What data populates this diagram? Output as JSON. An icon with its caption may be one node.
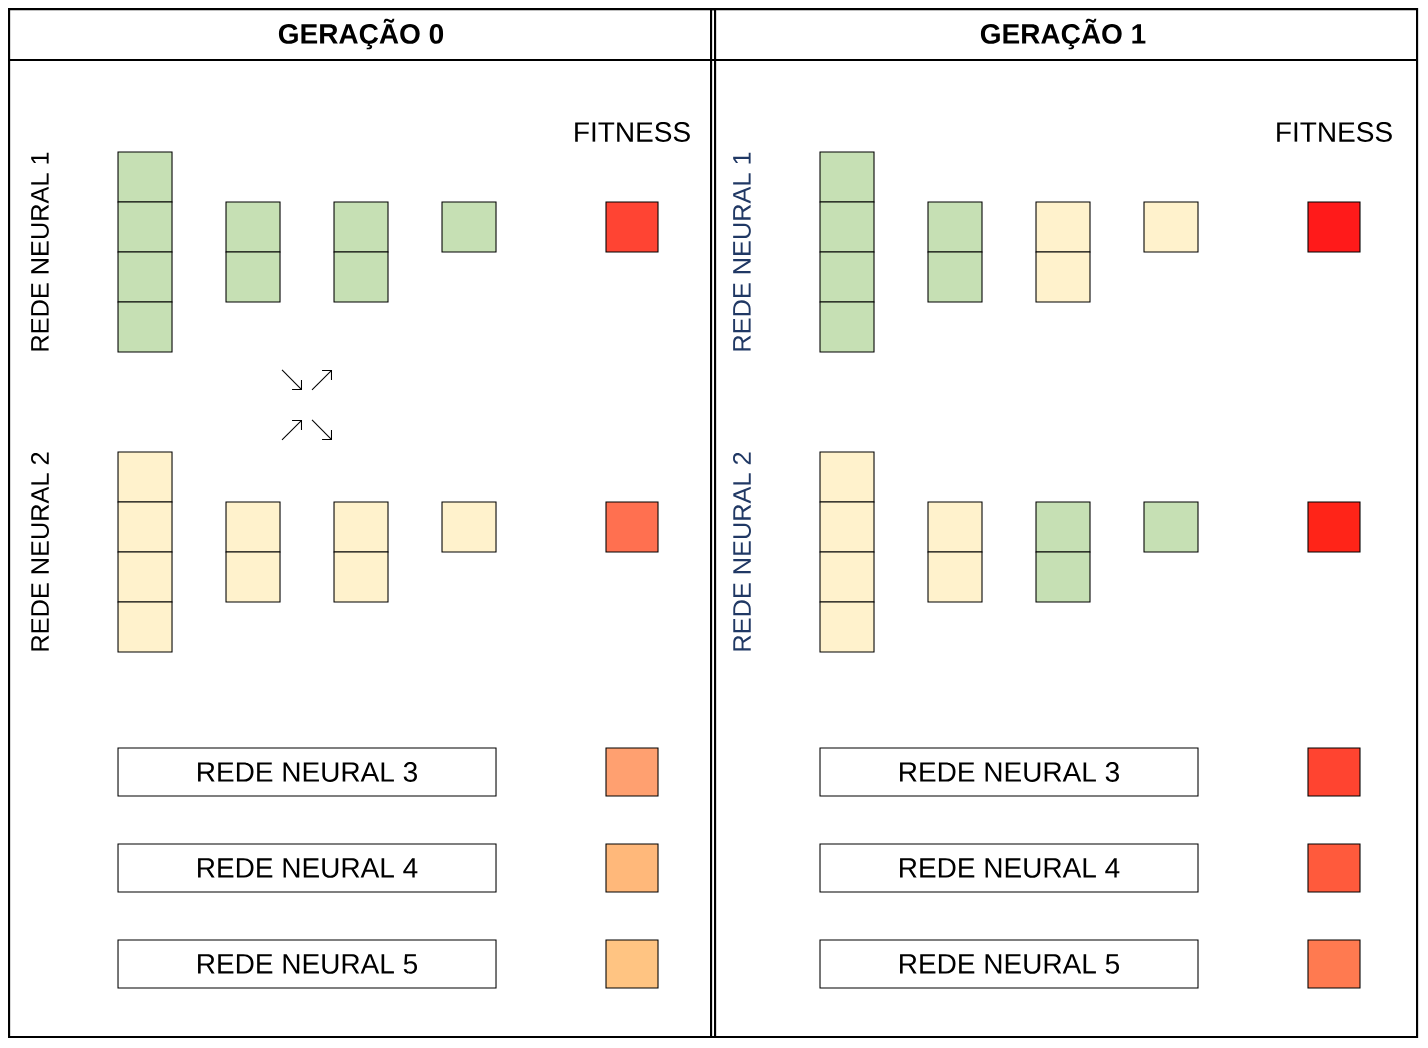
{
  "diagram": {
    "nodes": [
      {
        "text": [
          "GERAÇÃO 0"
        ]
      },
      {
        "text": [
          "GERAÇÃO 1"
        ]
      },
      {
        "text": [
          "REDE NEURAL 3"
        ],
        "in": 0
      },
      {
        "text": [
          "REDE NEURAL 4"
        ],
        "in": 0
      },
      {
        "text": [
          "REDE NEURAL 5"
        ],
        "in": 0
      },
      {
        "text": [
          "REDE NEURAL 3"
        ],
        "in": 1
      },
      {
        "text": [
          "REDE NEURAL 4"
        ],
        "in": 1
      },
      {
        "text": [
          "REDE NEURAL 5"
        ],
        "in": 1
      }
    ],
    "edges": [],
    "labels": [
      "FITNESS",
      "REDE NEURAL 1",
      "REDE NEURAL 2",
      "FITNESS",
      "REDE NEURAL 1",
      "REDE NEURAL 2"
    ]
  }
}
